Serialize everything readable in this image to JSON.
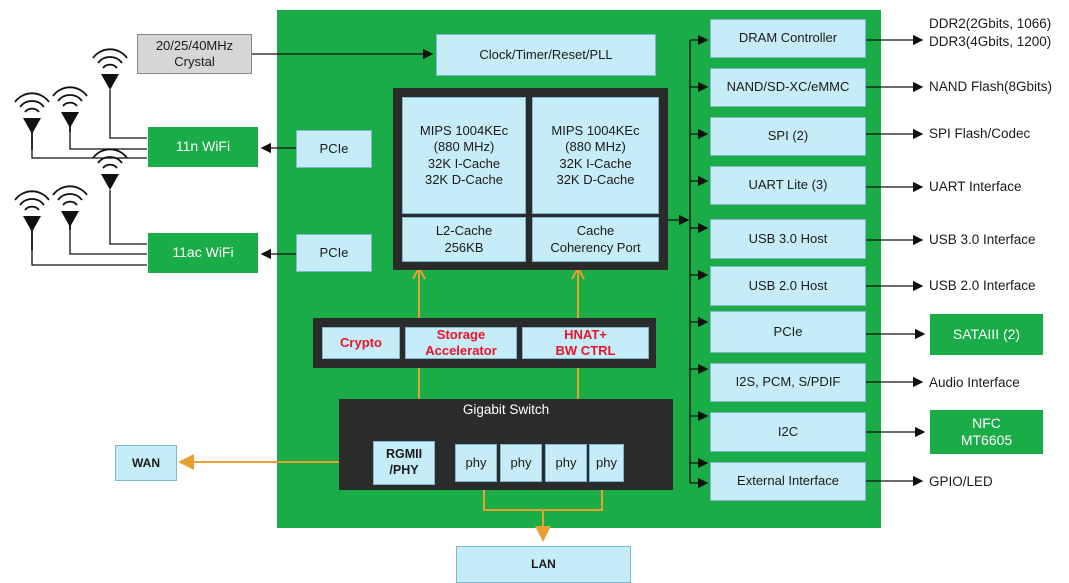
{
  "crystal": "20/25/40MHz\nCrystal",
  "clock": "Clock/Timer/Reset/PLL",
  "wifi_n": "11n WiFi",
  "wifi_ac": "11ac WiFi",
  "pcie_left": "PCIe",
  "cpu": {
    "core1": "MIPS 1004KEc\n(880 MHz)\n32K I-Cache\n32K D-Cache",
    "core2": "MIPS 1004KEc\n(880 MHz)\n32K I-Cache\n32K D-Cache",
    "l2": "L2-Cache\n256KB",
    "ccp": "Cache\nCoherency Port"
  },
  "accel": {
    "crypto": "Crypto",
    "storage": "Storage\nAccelerator",
    "hnat": "HNAT+\nBW CTRL"
  },
  "switch": {
    "title": "Gigabit Switch",
    "rgmii": "RGMII\n/PHY",
    "phy": [
      "phy",
      "phy",
      "phy",
      "phy"
    ]
  },
  "wan": "WAN",
  "lan": "LAN",
  "peripherals": [
    {
      "label": "DRAM Controller",
      "ext": "DDR2(2Gbits, 1066)\nDDR3(4Gbits, 1200)"
    },
    {
      "label": "NAND/SD-XC/eMMC",
      "ext": "NAND Flash(8Gbits)"
    },
    {
      "label": "SPI (2)",
      "ext": "SPI Flash/Codec"
    },
    {
      "label": "UART Lite (3)",
      "ext": "UART Interface"
    },
    {
      "label": "USB 3.0 Host",
      "ext": "USB 3.0 Interface"
    },
    {
      "label": "USB 2.0 Host",
      "ext": "USB 2.0 Interface"
    },
    {
      "label": "PCIe",
      "ext": "SATAIII (2)"
    },
    {
      "label": "I2S, PCM, S/PDIF",
      "ext": "Audio Interface"
    },
    {
      "label": "I2C",
      "ext": "NFC\nMT6605"
    },
    {
      "label": "External Interface",
      "ext": "GPIO/LED"
    }
  ],
  "colors": {
    "chip": "#1aac46",
    "block": "#c6ecf8",
    "dark": "#2b2b2b",
    "accent": "#e8a030",
    "red": "#e8142b"
  }
}
